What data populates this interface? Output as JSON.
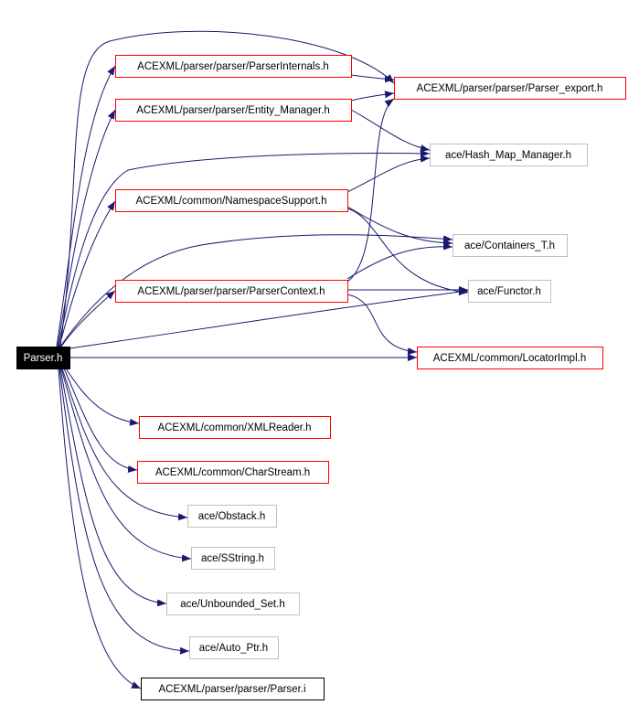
{
  "colors": {
    "edge": "#191970",
    "root_fill": "#000000",
    "red_border": "#ff0000",
    "gray_border": "#bfbfbf",
    "black_border": "#000000",
    "background": "#ffffff"
  },
  "nodes": {
    "parser_h": {
      "label": "Parser.h",
      "style": "root"
    },
    "parser_internals_h": {
      "label": "ACEXML/parser/parser/ParserInternals.h",
      "style": "red"
    },
    "parser_export_h": {
      "label": "ACEXML/parser/parser/Parser_export.h",
      "style": "red"
    },
    "entity_manager_h": {
      "label": "ACEXML/parser/parser/Entity_Manager.h",
      "style": "red"
    },
    "hash_map_manager_h": {
      "label": "ace/Hash_Map_Manager.h",
      "style": "gray"
    },
    "namespace_support_h": {
      "label": "ACEXML/common/NamespaceSupport.h",
      "style": "red"
    },
    "containers_t_h": {
      "label": "ace/Containers_T.h",
      "style": "gray"
    },
    "parser_context_h": {
      "label": "ACEXML/parser/parser/ParserContext.h",
      "style": "red"
    },
    "functor_h": {
      "label": "ace/Functor.h",
      "style": "gray"
    },
    "locator_impl_h": {
      "label": "ACEXML/common/LocatorImpl.h",
      "style": "red"
    },
    "xml_reader_h": {
      "label": "ACEXML/common/XMLReader.h",
      "style": "red"
    },
    "char_stream_h": {
      "label": "ACEXML/common/CharStream.h",
      "style": "red"
    },
    "obstack_h": {
      "label": "ace/Obstack.h",
      "style": "gray"
    },
    "sstring_h": {
      "label": "ace/SString.h",
      "style": "gray"
    },
    "unbounded_set_h": {
      "label": "ace/Unbounded_Set.h",
      "style": "gray"
    },
    "auto_ptr_h": {
      "label": "ace/Auto_Ptr.h",
      "style": "gray"
    },
    "parser_i": {
      "label": "ACEXML/parser/parser/Parser.i",
      "style": "black"
    }
  },
  "edges": [
    {
      "from": "parser_h",
      "to": "parser_export_h"
    },
    {
      "from": "parser_h",
      "to": "parser_internals_h"
    },
    {
      "from": "parser_h",
      "to": "entity_manager_h"
    },
    {
      "from": "parser_h",
      "to": "hash_map_manager_h"
    },
    {
      "from": "parser_h",
      "to": "namespace_support_h"
    },
    {
      "from": "parser_h",
      "to": "containers_t_h"
    },
    {
      "from": "parser_h",
      "to": "parser_context_h"
    },
    {
      "from": "parser_h",
      "to": "functor_h"
    },
    {
      "from": "parser_h",
      "to": "locator_impl_h"
    },
    {
      "from": "parser_h",
      "to": "xml_reader_h"
    },
    {
      "from": "parser_h",
      "to": "char_stream_h"
    },
    {
      "from": "parser_h",
      "to": "obstack_h"
    },
    {
      "from": "parser_h",
      "to": "sstring_h"
    },
    {
      "from": "parser_h",
      "to": "unbounded_set_h"
    },
    {
      "from": "parser_h",
      "to": "auto_ptr_h"
    },
    {
      "from": "parser_h",
      "to": "parser_i"
    },
    {
      "from": "parser_internals_h",
      "to": "parser_export_h"
    },
    {
      "from": "entity_manager_h",
      "to": "parser_export_h"
    },
    {
      "from": "entity_manager_h",
      "to": "hash_map_manager_h"
    },
    {
      "from": "namespace_support_h",
      "to": "hash_map_manager_h"
    },
    {
      "from": "namespace_support_h",
      "to": "containers_t_h"
    },
    {
      "from": "namespace_support_h",
      "to": "functor_h"
    },
    {
      "from": "parser_context_h",
      "to": "parser_export_h"
    },
    {
      "from": "parser_context_h",
      "to": "containers_t_h"
    },
    {
      "from": "parser_context_h",
      "to": "functor_h"
    },
    {
      "from": "parser_context_h",
      "to": "locator_impl_h"
    }
  ]
}
